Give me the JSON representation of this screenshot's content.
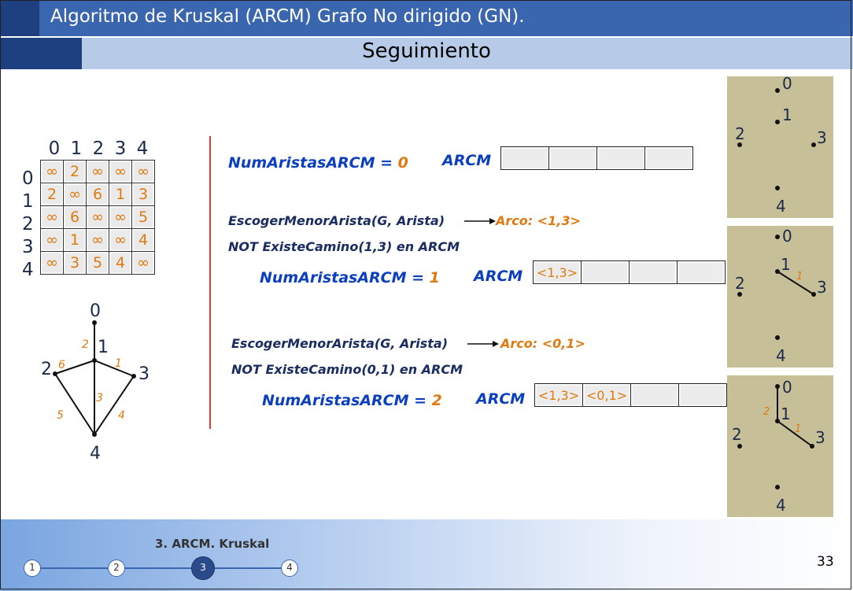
{
  "header": {
    "title": "Algoritmo de Kruskal (ARCM) Grafo No dirigido (GN).",
    "subtitle": "Seguimiento"
  },
  "matrix": {
    "col_headers": [
      "0",
      "1",
      "2",
      "3",
      "4"
    ],
    "row_headers": [
      "0",
      "1",
      "2",
      "3",
      "4"
    ],
    "rows": [
      [
        "∞",
        "2",
        "∞",
        "∞",
        "∞"
      ],
      [
        "2",
        "∞",
        "6",
        "1",
        "3"
      ],
      [
        "∞",
        "6",
        "∞",
        "∞",
        "5"
      ],
      [
        "∞",
        "1",
        "∞",
        "∞",
        "4"
      ],
      [
        "∞",
        "3",
        "5",
        "4",
        "∞"
      ]
    ]
  },
  "graph": {
    "nodes": [
      "0",
      "1",
      "2",
      "3",
      "4"
    ],
    "edge_weights": [
      "2",
      "6",
      "1",
      "3",
      "5",
      "4"
    ]
  },
  "trace": {
    "step0": {
      "num_label": "NumAristasARCM = ",
      "num_value": "0",
      "arcm_label": "ARCM",
      "cells": [
        "",
        "",
        "",
        ""
      ]
    },
    "step1": {
      "choose": "EscogerMenorArista(G, Arista)",
      "arc": "Arco: <1,3>",
      "not_path": "NOT ExisteCamino(1,3) en ARCM",
      "num_label": "NumAristasARCM = ",
      "num_value": "1",
      "arcm_label": "ARCM",
      "cells": [
        "<1,3>",
        "",
        "",
        ""
      ]
    },
    "step2": {
      "choose": "EscogerMenorArista(G, Arista)",
      "arc": "Arco: <0,1>",
      "not_path": "NOT ExisteCamino(0,1) en ARCM",
      "num_label": "NumAristasARCM = ",
      "num_value": "2",
      "arcm_label": "ARCM",
      "cells": [
        "<1,3>",
        "<0,1>",
        "",
        ""
      ]
    }
  },
  "panels": {
    "nodes": [
      "0",
      "1",
      "2",
      "3",
      "4"
    ],
    "panel2_weights": [
      "1"
    ],
    "panel3_weights": [
      "2",
      "1"
    ]
  },
  "footer": {
    "section_label": "3. ARCM. Kruskal",
    "page_number": "33",
    "steps": [
      "1",
      "2",
      "3",
      "4"
    ],
    "active_step": 3
  },
  "colors": {
    "title_bar": "#3a66b0",
    "subtitle_bar": "#b7cbe9",
    "accent_orange": "#e07a10",
    "accent_blue": "#0b3fc0",
    "panel_bg": "#c7bf97",
    "divider": "#d83a3a"
  }
}
